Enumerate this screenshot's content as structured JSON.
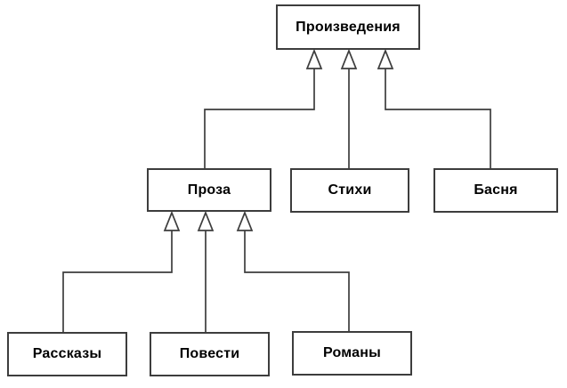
{
  "diagram": {
    "type": "hierarchy",
    "language": "ru",
    "background_color": "#ffffff",
    "line_color": "#3d3d3d",
    "box_fill_color": "#ffffff",
    "text_color": "#000000",
    "nodes": [
      {
        "id": "works",
        "label": "Произведения",
        "level": 0
      },
      {
        "id": "proza",
        "label": "Проза",
        "level": 1
      },
      {
        "id": "stihi",
        "label": "Стихи",
        "level": 1
      },
      {
        "id": "basnya",
        "label": "Басня",
        "level": 1
      },
      {
        "id": "rasskazy",
        "label": "Рассказы",
        "level": 2
      },
      {
        "id": "povesti",
        "label": "Повести",
        "level": 2
      },
      {
        "id": "romany",
        "label": "Романы",
        "level": 2
      }
    ],
    "edges": [
      {
        "from": "proza",
        "to": "works",
        "style": "generalization-hollow-triangle"
      },
      {
        "from": "stihi",
        "to": "works",
        "style": "generalization-hollow-triangle"
      },
      {
        "from": "basnya",
        "to": "works",
        "style": "generalization-hollow-triangle"
      },
      {
        "from": "rasskazy",
        "to": "proza",
        "style": "generalization-hollow-triangle"
      },
      {
        "from": "povesti",
        "to": "proza",
        "style": "generalization-hollow-triangle"
      },
      {
        "from": "romany",
        "to": "proza",
        "style": "generalization-hollow-triangle"
      }
    ]
  }
}
